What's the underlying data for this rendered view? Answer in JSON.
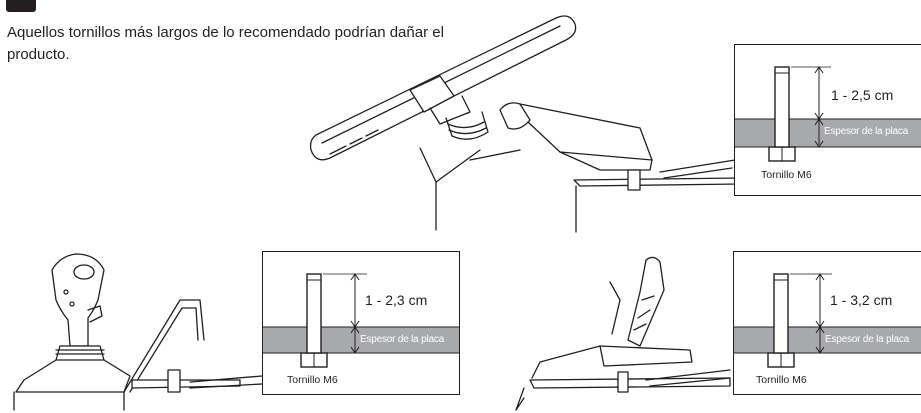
{
  "warning": {
    "text": "Aquellos tornillos más largos de lo recomendado podrían dañar el producto."
  },
  "details": [
    {
      "id": "wheel",
      "length": "1 - 2,5 cm",
      "plate": "Espesor de la placa",
      "screw": "Tornillo M6"
    },
    {
      "id": "shifter",
      "length": "1 - 2,3 cm",
      "plate": "Espesor de la placa",
      "screw": "Tornillo M6"
    },
    {
      "id": "pedals",
      "length": "1 - 3,2 cm",
      "plate": "Espesor de la placa",
      "screw": "Tornillo M6"
    }
  ],
  "colors": {
    "ink": "#231f20",
    "plate": "#a7a9ac"
  }
}
